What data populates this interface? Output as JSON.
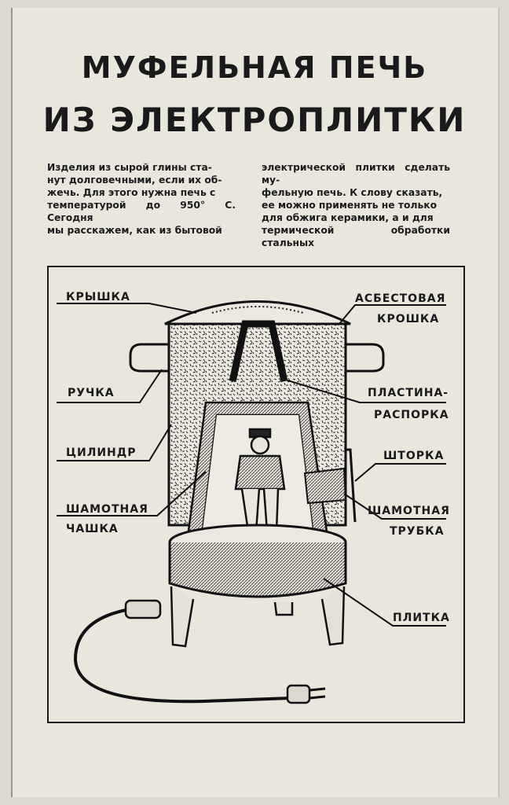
{
  "title": {
    "line1": "МУФЕЛЬНАЯ ПЕЧЬ",
    "line2": "ИЗ ЭЛЕКТРОПЛИТКИ"
  },
  "intro": {
    "left_lines": [
      "Изделия из сырой глины ста-",
      "нут долговечными, если их об-",
      "жечь. Для этого нужна печь с",
      "температурой до 950° С. Сегодня",
      "мы расскажем, как из бытовой"
    ],
    "right_lines": [
      "электрической плитки сделать му-",
      "фельную печь. К слову сказать,",
      "ее можно применять не только",
      "для обжига керамики, а и для",
      "термической обработки стальных"
    ]
  },
  "labels": {
    "lid": "КРЫШКА",
    "asbestos_1": "АСБЕСТОВАЯ",
    "asbestos_2": "КРОШКА",
    "handle": "РУЧКА",
    "plate_1": "ПЛАСТИНА-",
    "plate_2": "РАСПОРКА",
    "cylinder": "ЦИЛИНДР",
    "shutter": "ШТОРКА",
    "cup_1": "ШАМОТНАЯ",
    "cup_2": "ЧАШКА",
    "tube_1": "ШАМОТНАЯ",
    "tube_2": "ТРУБКА",
    "stove": "ПЛИТКА"
  }
}
